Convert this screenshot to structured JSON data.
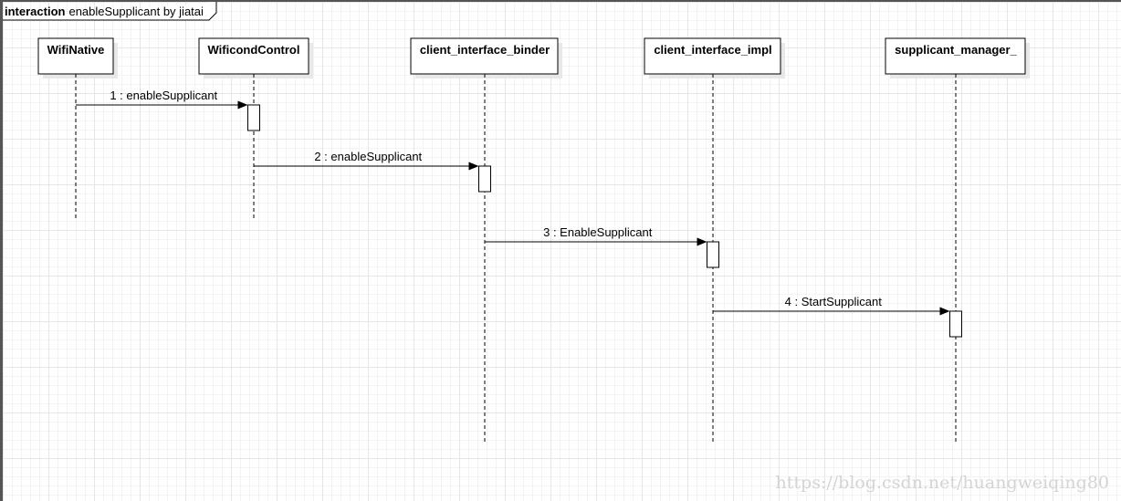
{
  "frame": {
    "keyword": "interaction",
    "title": "enableSupplicant by jiatai"
  },
  "lifelines": [
    {
      "name": "WifiNative"
    },
    {
      "name": "WificondControl"
    },
    {
      "name": "client_interface_binder"
    },
    {
      "name": "client_interface_impl"
    },
    {
      "name": "supplicant_manager_"
    }
  ],
  "messages": [
    {
      "label": "1 : enableSupplicant",
      "from": 0,
      "to": 1
    },
    {
      "label": "2 : enableSupplicant",
      "from": 1,
      "to": 2
    },
    {
      "label": "3 : EnableSupplicant",
      "from": 2,
      "to": 3
    },
    {
      "label": "4 : StartSupplicant",
      "from": 3,
      "to": 4
    }
  ],
  "watermark": "https://blog.csdn.net/huangweiqing80",
  "colors": {
    "line": "#000000",
    "shadow": "#e8e8e8",
    "watermark": "#d4d4d4"
  }
}
